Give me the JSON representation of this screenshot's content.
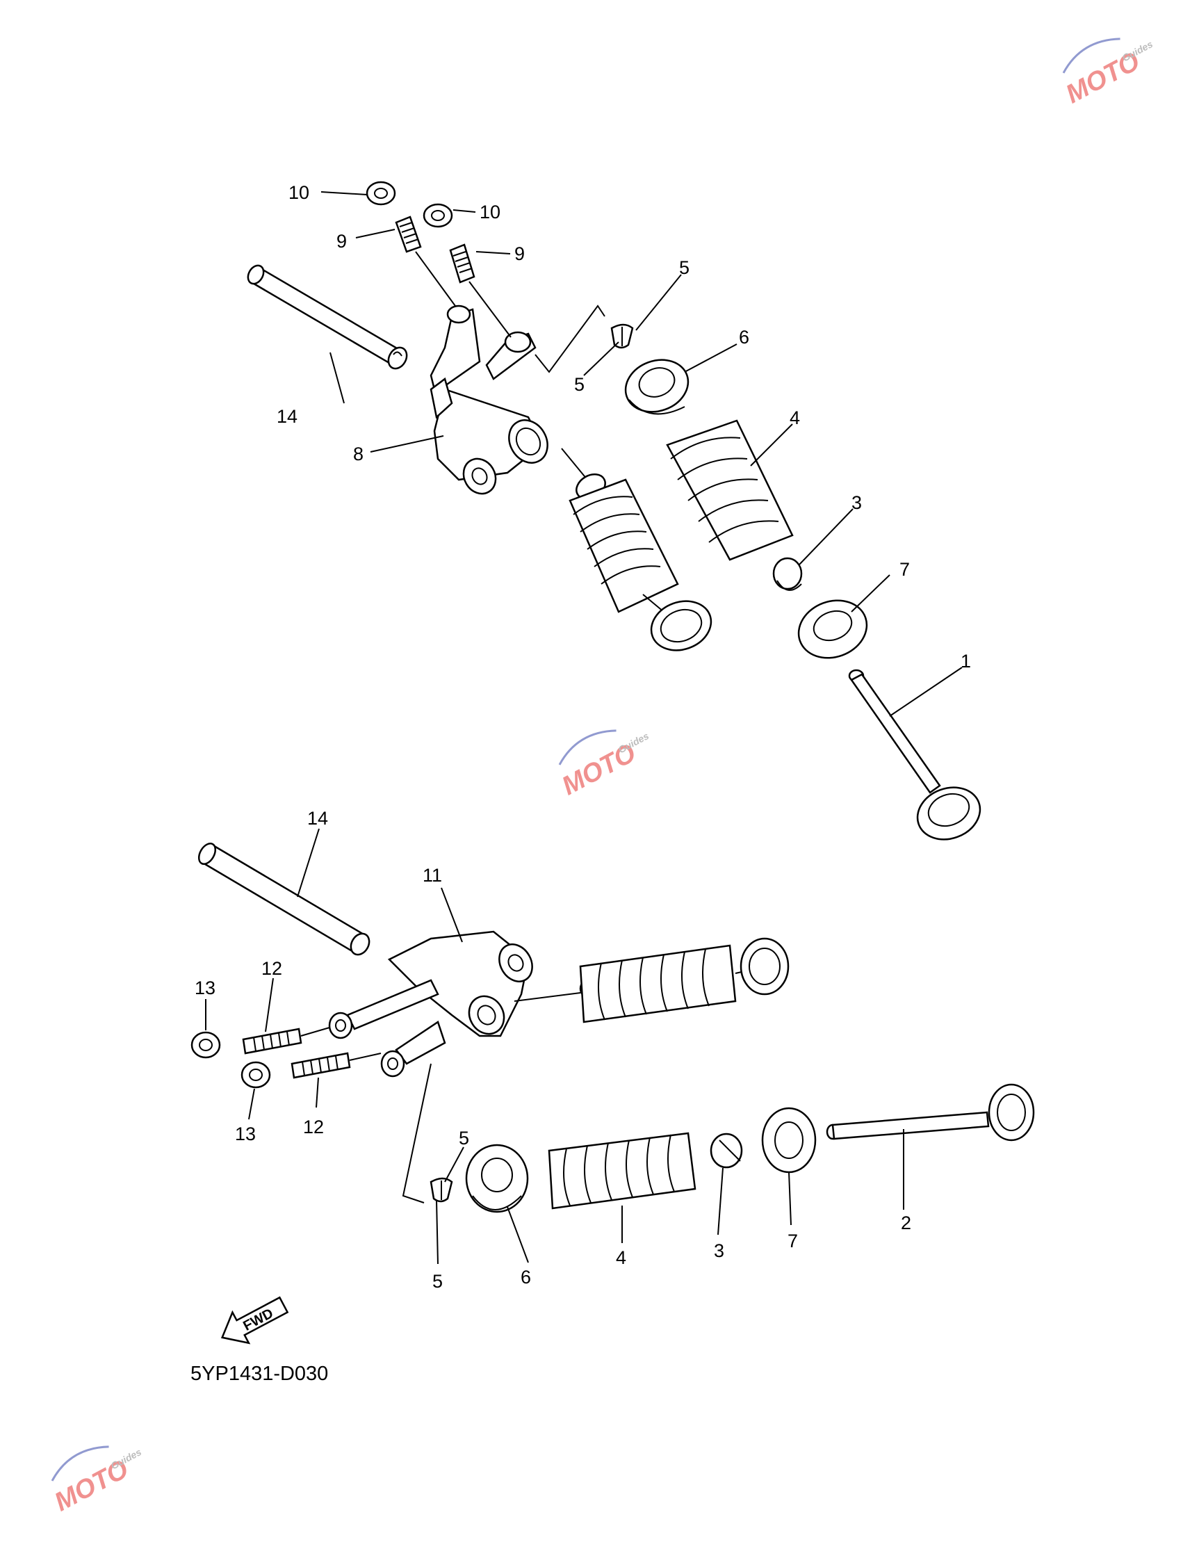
{
  "diagram_code": "5YP1431-D030",
  "fwd_label": "FWD",
  "watermark": {
    "text": "MOTO",
    "sub": "Guides",
    "accent": "#e53935",
    "accent2": "#3949ab"
  },
  "callouts": {
    "intake_valve": "1",
    "exhaust_valve": "2",
    "valve_seal_top": "3",
    "valve_seal_bottom": "3",
    "spring_top": "4",
    "spring_bottom": "4",
    "cotter_top_a": "5",
    "cotter_top_b": "5",
    "cotter_bottom_a": "5",
    "cotter_bottom_b": "5",
    "retainer_top": "6",
    "retainer_bottom": "6",
    "seat_top": "7",
    "seat_bottom": "7",
    "rocker_arm_intake": "8",
    "adjust_screw_a": "9",
    "adjust_screw_b": "9",
    "locknut_a": "10",
    "locknut_b": "10",
    "rocker_arm_exhaust": "11",
    "adjust_screw_c": "12",
    "adjust_screw_d": "12",
    "locknut_c": "13",
    "locknut_d": "13",
    "shaft_top": "14",
    "shaft_bottom": "14"
  }
}
